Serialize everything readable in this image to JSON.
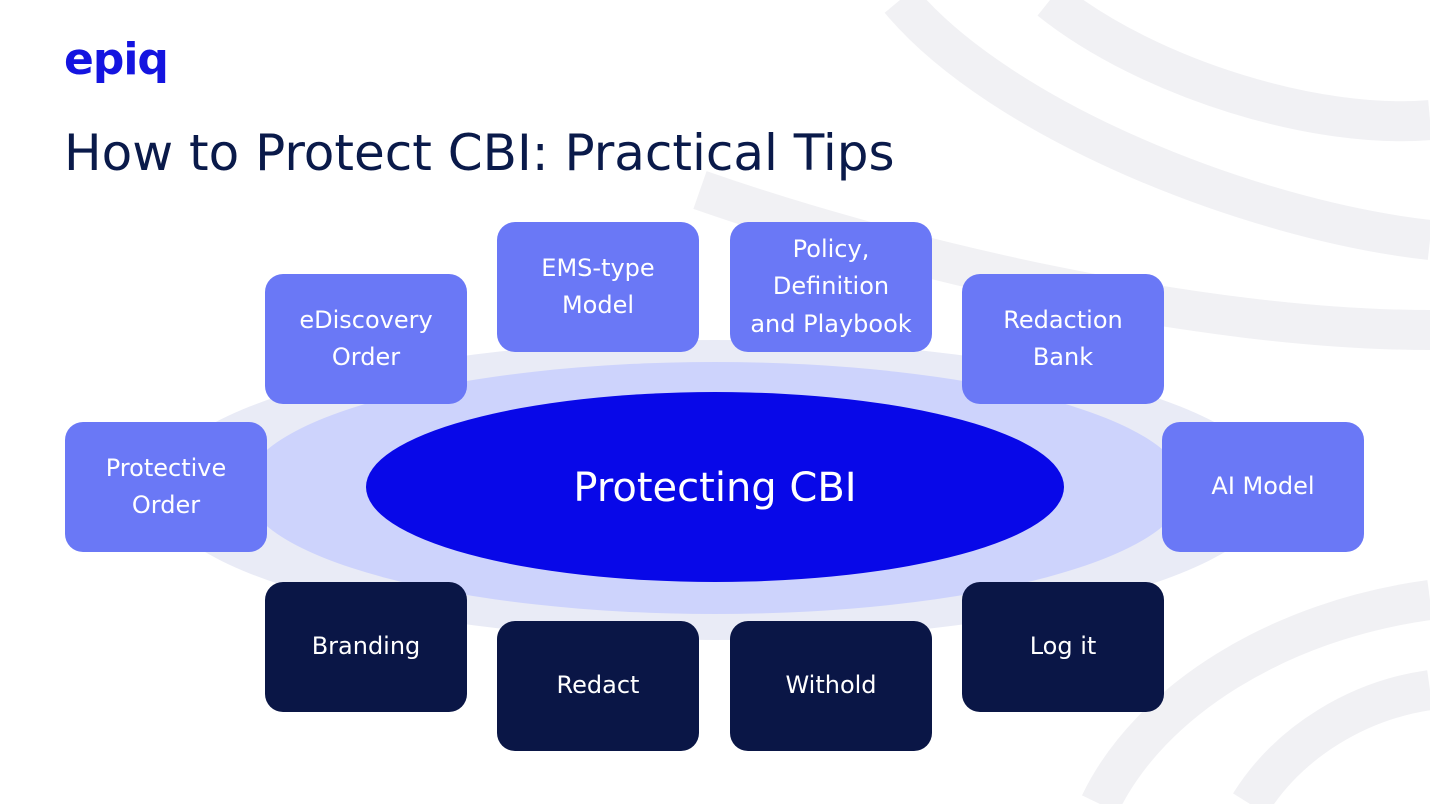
{
  "brand": {
    "logo_text": "epiq",
    "accent": "#1414e0"
  },
  "title": "How to Protect CBI: Practical Tips",
  "diagram": {
    "center": "Protecting CBI",
    "colors": {
      "center": "#0808e8",
      "ring": "#cdd3fc",
      "outer": "#e9ebf6",
      "light_box": "#6a78f6",
      "dark_box": "#0a1646"
    },
    "items": [
      {
        "label": "Protective\nOrder",
        "tone": "light"
      },
      {
        "label": "eDiscovery\nOrder",
        "tone": "light"
      },
      {
        "label": "EMS-type\nModel",
        "tone": "light"
      },
      {
        "label": "Policy,\nDefinition\nand Playbook",
        "tone": "light"
      },
      {
        "label": "Redaction\nBank",
        "tone": "light"
      },
      {
        "label": "AI Model",
        "tone": "light"
      },
      {
        "label": "Branding",
        "tone": "dark"
      },
      {
        "label": "Redact",
        "tone": "dark"
      },
      {
        "label": "Withold",
        "tone": "dark"
      },
      {
        "label": "Log it",
        "tone": "dark"
      }
    ]
  }
}
